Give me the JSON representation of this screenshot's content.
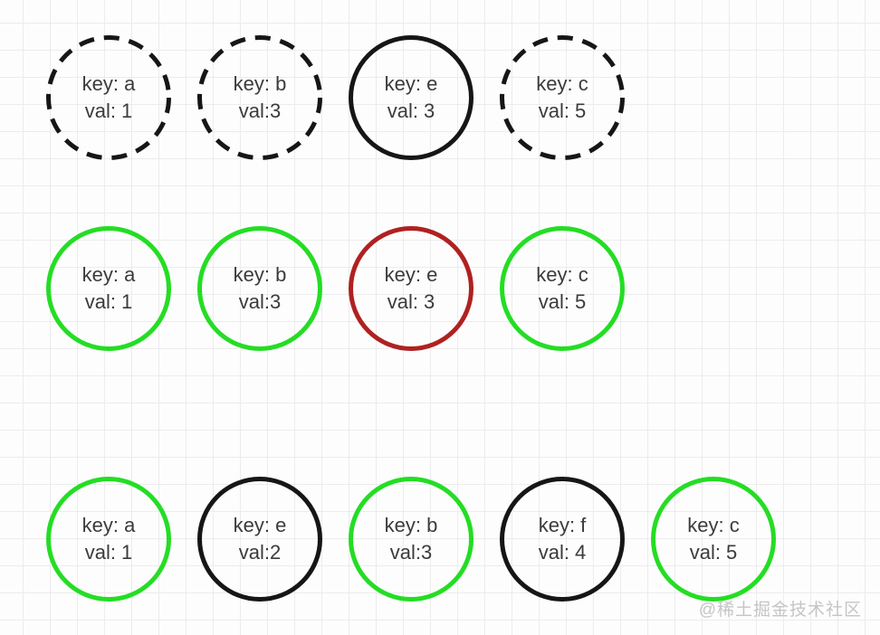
{
  "colors": {
    "green": "#24dd24",
    "red": "#b02121",
    "black": "#161616",
    "node-text": "#3b3b3b",
    "watermark-gray": "#c5c5c5"
  },
  "watermark": {
    "text": "@稀土掘金技术社区"
  },
  "diagram": {
    "rows": [
      {
        "name": "top-row-dashed",
        "nodes": [
          {
            "key_line": "key: a",
            "val_line": "val: 1",
            "border": "dashed-black"
          },
          {
            "key_line": "key: b",
            "val_line": "val:3",
            "border": "dashed-black"
          },
          {
            "key_line": "key: e",
            "val_line": "val: 3",
            "border": "solid-black"
          },
          {
            "key_line": "key: c",
            "val_line": "val: 5",
            "border": "dashed-black"
          }
        ]
      },
      {
        "name": "middle-row",
        "nodes": [
          {
            "key_line": "key: a",
            "val_line": "val: 1",
            "border": "solid-green"
          },
          {
            "key_line": "key: b",
            "val_line": "val:3",
            "border": "solid-green"
          },
          {
            "key_line": "key: e",
            "val_line": "val: 3",
            "border": "solid-red"
          },
          {
            "key_line": "key: c",
            "val_line": "val: 5",
            "border": "solid-green"
          }
        ]
      },
      {
        "name": "bottom-row",
        "nodes": [
          {
            "key_line": "key: a",
            "val_line": "val: 1",
            "border": "solid-green"
          },
          {
            "key_line": "key: e",
            "val_line": "val:2",
            "border": "solid-black"
          },
          {
            "key_line": "key: b",
            "val_line": "val:3",
            "border": "solid-green"
          },
          {
            "key_line": "key: f",
            "val_line": "val: 4",
            "border": "solid-black"
          },
          {
            "key_line": "key: c",
            "val_line": "val: 5",
            "border": "solid-green"
          }
        ]
      }
    ]
  }
}
